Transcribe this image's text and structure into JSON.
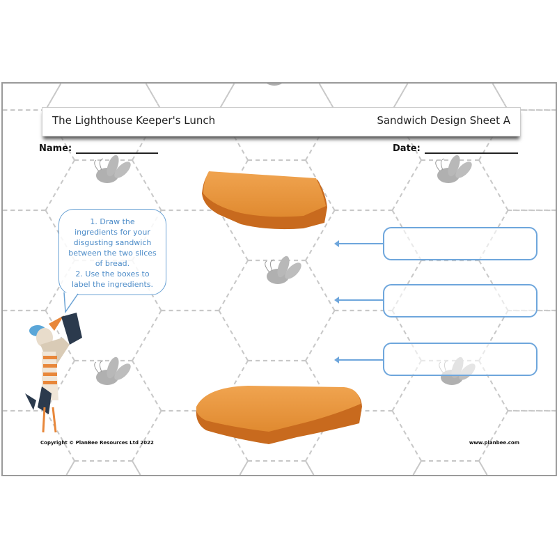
{
  "header": {
    "title": "The Lighthouse Keeper's Lunch",
    "sheet_name": "Sandwich Design Sheet A"
  },
  "fields": {
    "name_label": "Name:",
    "date_label": "Date:"
  },
  "instructions": {
    "step1": "1.     Draw the ingredients for your disgusting sandwich between the two slices of bread.",
    "step2": "2.  Use the boxes to label the ingredients."
  },
  "label_boxes": [
    "",
    "",
    ""
  ],
  "footer": {
    "copyright": "Copyright © PlanBee Resources Ltd 2022",
    "website": "www.planbee.com"
  },
  "colors": {
    "accent": "#6ea6dc",
    "toast": "#e8963a",
    "grid": "#c8c8c8"
  }
}
